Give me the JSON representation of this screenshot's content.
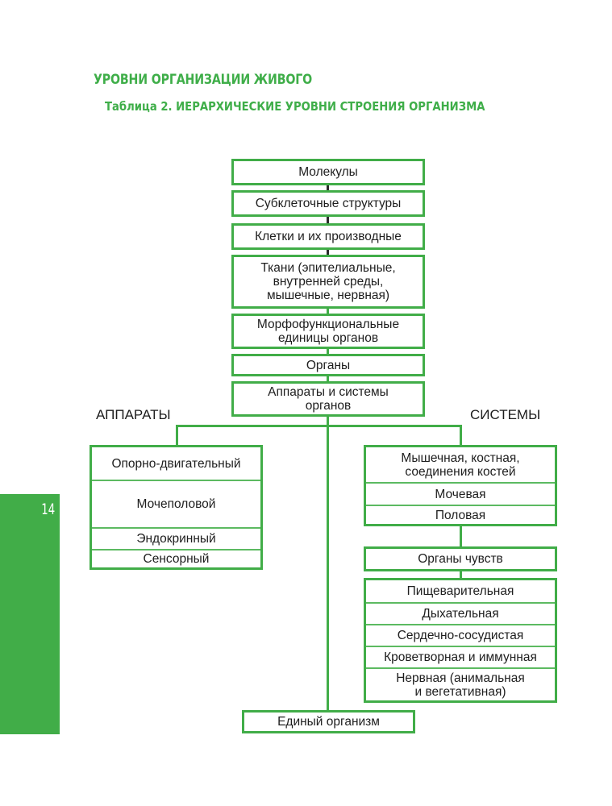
{
  "header": {
    "section_title": "УРОВНИ ОРГАНИЗАЦИИ ЖИВОГО",
    "table_title": "Таблица 2. ИЕРАРХИЧЕСКИЕ УРОВНИ СТРОЕНИЯ ОРГАНИЗМА"
  },
  "page": {
    "number": "14"
  },
  "colors": {
    "accent": "#41ad48",
    "text": "#1e1e1e"
  },
  "hierarchy": [
    "Молекулы",
    "Субклеточные структуры",
    "Клетки и их производные",
    "Ткани (эпителиальные, внутренней среды, мышечные, нервная)",
    "Морфофункциональные единицы органов",
    "Органы",
    "Аппараты и системы органов"
  ],
  "hierarchy_lines": [
    [
      "Молекулы"
    ],
    [
      "Субклеточные структуры"
    ],
    [
      "Клетки и их производные"
    ],
    [
      "Ткани (эпителиальные,",
      "внутренней среды,",
      "мышечные, нервная)"
    ],
    [
      "Морфофункциональные",
      "единицы органов"
    ],
    [
      "Органы"
    ],
    [
      "Аппараты и системы",
      "органов"
    ]
  ],
  "branches": {
    "apparatus_label": "АППАРАТЫ",
    "systems_label": "СИСТЕМЫ",
    "apparatus": [
      "Опорно-двигательный",
      "Мочеполовой",
      "Эндокринный",
      "Сенсорный"
    ],
    "systems_group1": [
      "Мышечная, костная, соединения костей",
      "Мочевая",
      "Половая"
    ],
    "systems_group1_lines": [
      [
        "Мышечная, костная,",
        "соединения костей"
      ],
      [
        "Мочевая"
      ],
      [
        "Половая"
      ]
    ],
    "systems_group2": [
      "Органы чувств"
    ],
    "systems_group3": [
      "Пищеварительная",
      "Дыхательная",
      "Сердечно-сосудистая",
      "Кроветворная и иммунная",
      "Нервная (анимальная и вегетативная)"
    ],
    "systems_group3_lines": [
      [
        "Пищеварительная"
      ],
      [
        "Дыхательная"
      ],
      [
        "Сердечно-сосудистая"
      ],
      [
        "Кроветворная и иммунная"
      ],
      [
        "Нервная (анимальная",
        "и вегетативная)"
      ]
    ]
  },
  "result": "Единый организм"
}
